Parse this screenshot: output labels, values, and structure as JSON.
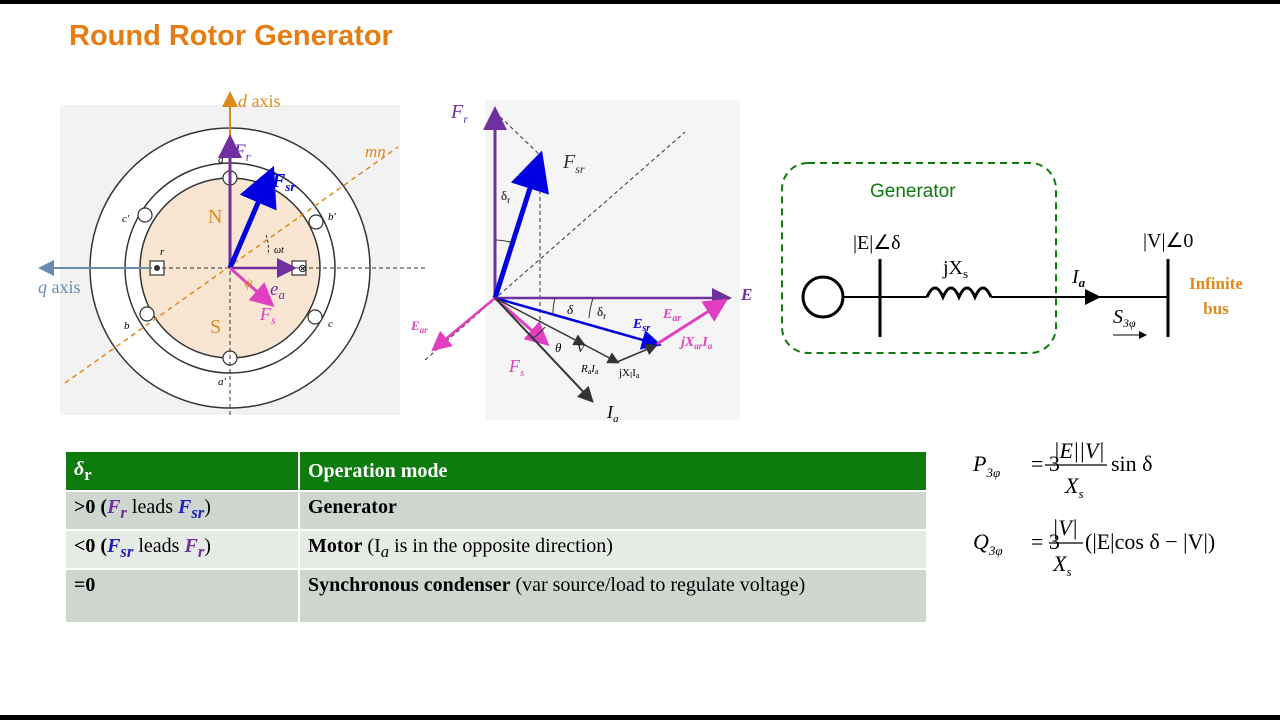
{
  "title": "Round Rotor Generator",
  "machine": {
    "d_axis": "d",
    "d_axis_word": " axis",
    "q_axis": "q",
    "q_axis_word": " axis",
    "mn": "mn",
    "N": "N",
    "S": "S",
    "Fr": "F",
    "Fr_sub": "r",
    "Fsr": "F",
    "Fsr_sub": "sr",
    "ea": "e",
    "ea_sub": "a",
    "Fs": "F",
    "Fs_sub": "s",
    "psi": "ψ",
    "wt": "ωt",
    "a": "a",
    "a_prime": "a′",
    "b": "b",
    "b_prime": "b′",
    "c": "c",
    "c_prime": "c′",
    "r": "r"
  },
  "phasor": {
    "Fr": "F",
    "Fr_sub": "r",
    "Fsr": "F",
    "Fsr_sub": "sr",
    "delta_r": "δ",
    "delta_r_sub": "r",
    "delta": "δ",
    "E": "E",
    "Esr": "E",
    "Esr_sub": "sr",
    "Ear": "E",
    "Ear_sub": "ar",
    "jXarIa": "jX",
    "jXarIa_sub": "ar",
    "jXarIa_I": "I",
    "jXarIa_I_sub": "a",
    "V": "V",
    "theta": "θ",
    "RaIa": "R",
    "RaIa_sub": "a",
    "RaIa_I": "I",
    "RaIa_I_sub": "a",
    "jXlIa": "jX",
    "jXlIa_sub": "l",
    "jXlIa_I": "I",
    "jXlIa_I_sub": "a",
    "Fs": "F",
    "Fs_sub": "s",
    "Ia": "I",
    "Ia_sub": "a"
  },
  "circuit": {
    "box_label": "Generator",
    "E_angle": "|E|∠δ",
    "reactance": "jX",
    "reactance_sub": "s",
    "current": "I",
    "current_sub": "a",
    "V_angle": "|V|∠0",
    "S": "S",
    "S_sub": "3φ",
    "bus_line1": "Infinite",
    "bus_line2": "bus"
  },
  "table": {
    "headers": [
      "δ",
      "r",
      "Operation mode"
    ],
    "rows": [
      {
        "cond": ">0 (",
        "fa": "F",
        "fa_sub": "r",
        "mid": " leads ",
        "fb": "F",
        "fb_sub": "sr",
        "end": ")",
        "mode_bold": "Generator",
        "mode_rest": ""
      },
      {
        "cond": "<0  (",
        "fa": "F",
        "fa_sub": "sr",
        "mid": " leads ",
        "fb": "F",
        "fb_sub": "r",
        "end": ")",
        "mode_bold": "Motor",
        "mode_rest": " (I",
        "mode_sub": "a",
        "mode_rest2": " is in the opposite direction)"
      },
      {
        "cond": "=0",
        "mode_bold": "Synchronous condenser",
        "mode_rest": " (var source/load to regulate voltage)"
      }
    ]
  },
  "equations": {
    "P": "P",
    "P_sub": "3φ",
    "Q": "Q",
    "Q_sub": "3φ",
    "eq": "= 3",
    "numP": "|E||V|",
    "numQ": "|V|",
    "den": "X",
    "den_sub": "s",
    "sinP": "sin δ",
    "Qtail": "(|E|cos δ − |V|)"
  },
  "colors": {
    "title": "#e57d13",
    "purple": "#7030a0",
    "blue": "#0000e0",
    "magenta": "#e040c0",
    "green": "#0d7b0d",
    "orange": "#e08a1e",
    "rotor": "#f8e6d3"
  }
}
